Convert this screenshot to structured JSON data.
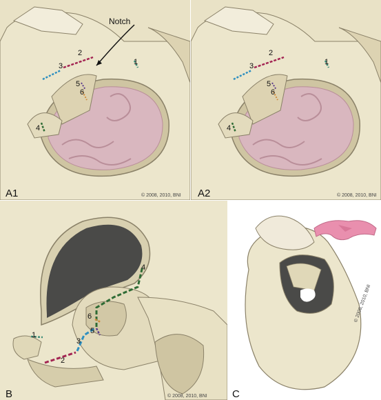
{
  "panels": {
    "A1": {
      "label": "A1",
      "copyright": "© 2008, 2010, BNI",
      "notch": "Notch",
      "nums": [
        "1",
        "2",
        "3",
        "4",
        "5",
        "6"
      ]
    },
    "A2": {
      "label": "A2",
      "copyright": "© 2008, 2010, BNI",
      "nums": [
        "1",
        "2",
        "3",
        "4",
        "5",
        "6"
      ]
    },
    "B": {
      "label": "B",
      "copyright": "© 2008, 2010, BNI",
      "nums": [
        "1",
        "2",
        "3",
        "4",
        "5",
        "6"
      ]
    },
    "C": {
      "label": "C",
      "copyright": "© 2008, 2010, BNI"
    }
  },
  "colors": {
    "bone": "#ece6cc",
    "bone_shadow": "#cfc5a2",
    "outline": "#8a8168",
    "brain": "#d9b7bf",
    "brain_dark": "#b98e99",
    "cavity": "#4a4a48",
    "flap": "#e98fae",
    "cut1": "#3f8e78",
    "cut2": "#a32452",
    "cut3": "#2e8fc0",
    "cut4": "#2f6b35",
    "cut5": "#5b3a8c",
    "cut6": "#d08a3a"
  }
}
